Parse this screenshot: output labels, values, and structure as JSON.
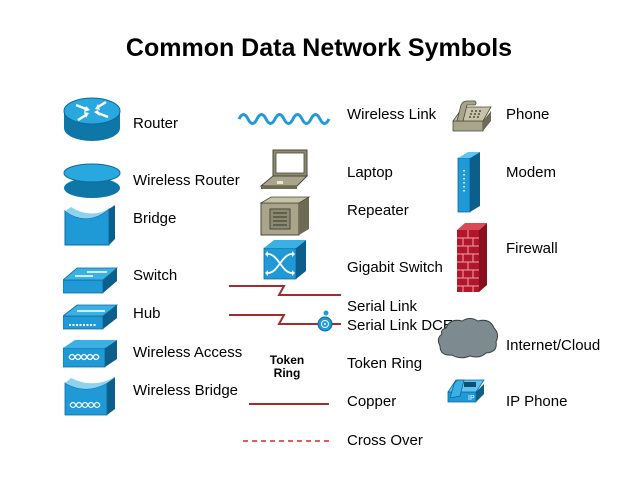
{
  "title": "Common Data Network Symbols",
  "colors": {
    "cisco_blue": "#1f9ad6",
    "cisco_dark_blue": "#0b6a99",
    "link_red": "#a02e2e",
    "device_gray": "#9e9a83",
    "firewall_red": "#b3162a",
    "cloud_gray": "#7d8a90"
  },
  "columns": [
    {
      "items": [
        {
          "label": "Router",
          "icon": "router-icon"
        },
        {
          "label": "Wireless Router",
          "icon": "wireless-router-icon"
        },
        {
          "label": "Bridge",
          "icon": "bridge-icon"
        },
        {
          "label": "Switch",
          "icon": "switch-icon"
        },
        {
          "label": "Hub",
          "icon": "hub-icon"
        },
        {
          "label": "Wireless Access",
          "icon": "wireless-access-icon"
        },
        {
          "label": "Wireless Bridge",
          "icon": "wireless-bridge-icon"
        }
      ]
    },
    {
      "items": [
        {
          "label": "Wireless Link",
          "icon": "wireless-link-icon"
        },
        {
          "label": "Laptop",
          "icon": "laptop-icon"
        },
        {
          "label": "Repeater",
          "icon": "repeater-icon"
        },
        {
          "label": "Gigabit Switch",
          "icon": "gigabit-switch-icon"
        },
        {
          "label": "Serial Link",
          "icon": "serial-link-icon"
        },
        {
          "label": "Serial Link DCE",
          "icon": "serial-link-dce-icon"
        },
        {
          "label": "Token Ring",
          "icon": "token-ring-icon",
          "icon_text": "Token\nRing"
        },
        {
          "label": "Copper",
          "icon": "copper-line-icon"
        },
        {
          "label": "Cross Over",
          "icon": "cross-over-line-icon"
        }
      ]
    },
    {
      "items": [
        {
          "label": "Phone",
          "icon": "phone-icon"
        },
        {
          "label": "Modem",
          "icon": "modem-icon"
        },
        {
          "label": "Firewall",
          "icon": "firewall-icon"
        },
        {
          "label": "Internet/Cloud",
          "icon": "cloud-icon"
        },
        {
          "label": "IP Phone",
          "icon": "ip-phone-icon"
        }
      ]
    }
  ],
  "token_ring_text": {
    "line1": "Token",
    "line2": "Ring"
  },
  "ip_phone_badge": "IP"
}
